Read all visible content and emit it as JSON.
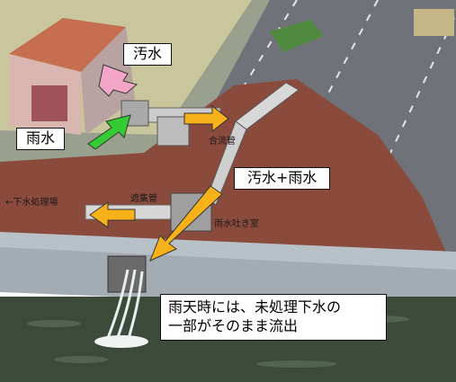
{
  "labels": {
    "sewage": "汚水",
    "rain": "雨水",
    "combined": "汚水+雨水",
    "note_line1": "雨天時には、未処理下水の",
    "note_line2": "一部がそのまま流出"
  },
  "diagram_labels": {
    "combined_pipe": "合流管",
    "interceptor_pipe": "遮集管",
    "to_treatment_plant": "←下水処理場",
    "overflow_chamber": "雨水吐き室"
  },
  "colors": {
    "sewage_arrow": "#f4a6c8",
    "rain_arrow": "#33cc33",
    "flow_arrow": "#f7b21a",
    "ground": "#8a4a3c",
    "road": "#6f7278",
    "water": "#3c4a3a"
  }
}
